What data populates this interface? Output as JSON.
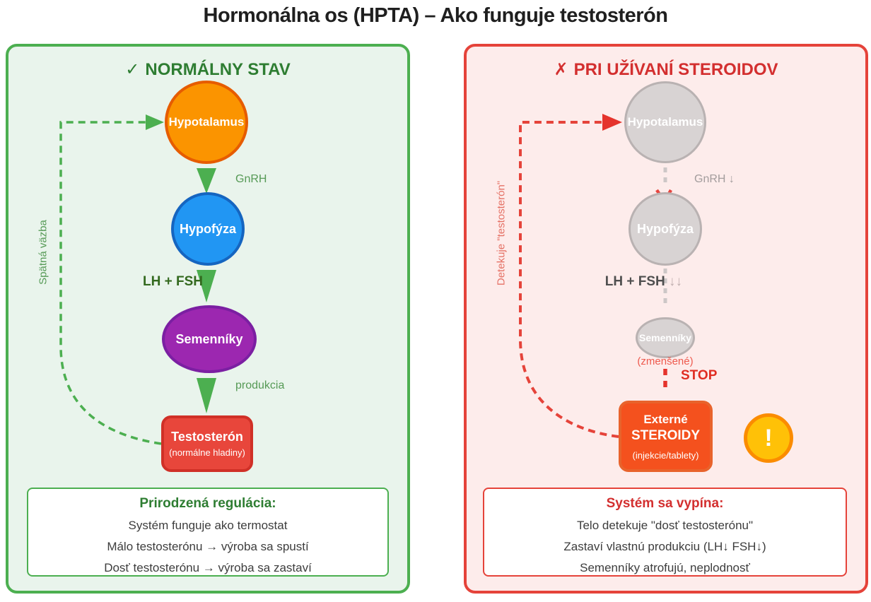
{
  "title": "Hormonálna os (HPTA) – Ako funguje testosterón",
  "left": {
    "check_icon": "✓",
    "header": "NORMÁLNY STAV",
    "hypothalamus": "Hypotalamus",
    "gnrh_label": "GnRH",
    "pituitary": "Hypofýza",
    "lhfsh_label": "LH + FSH",
    "testes": "Semenníky",
    "production_label": "produkcia",
    "testosterone": "Testosterón",
    "testosterone_sub": "(normálne hladiny)",
    "feedback_label": "Spätná väzba",
    "info_title": "Prirodzená regulácia:",
    "info_lines": [
      "Systém funguje ako termostat",
      "Málo testosterónu → výroba sa spustí",
      "Dosť testosterónu → výroba sa zastaví"
    ]
  },
  "right": {
    "x_icon": "✗",
    "header": "PRI UŽÍVANÍ STEROIDOV",
    "hypothalamus": "Hypotalamus",
    "gnrh_label": "GnRH ↓",
    "lhfsh_label": "LH + FSH",
    "lhfsh_arrows": " ↓↓",
    "pituitary": "Hypofýza",
    "testes": "Semenníky",
    "testes_sub": "(zmenšené)",
    "stop_label": "STOP",
    "steroids_line1": "Externé",
    "steroids_line2": "STEROIDY",
    "steroids_sub": "(injekcie/tablety)",
    "warning_icon": "!",
    "feedback_label": "Detekuje \"testosterón\"",
    "info_title": "Systém sa vypína:",
    "info_lines": [
      "Telo detekuje \"dosť testosterónu\"",
      "Zastaví vlastnú produkciu (LH↓ FSH↓)",
      "Semenníky atrofujú, neplodnosť"
    ]
  },
  "colors": {
    "green_accent": "#2e7d32",
    "green_border": "#4caf50",
    "green_bg": "#e9f4ec",
    "red_accent": "#d32f2f",
    "red_border": "#e5433a",
    "red_bg": "#fdeceb",
    "hypothalamus_fill": "#fb9400",
    "pituitary_fill": "#2196f3",
    "testes_fill": "#9c27b0",
    "testosterone_fill": "#e8463b",
    "steroids_fill": "#f4511e",
    "warning_fill": "#ffc107",
    "disabled_fill": "#d8d3d3"
  }
}
